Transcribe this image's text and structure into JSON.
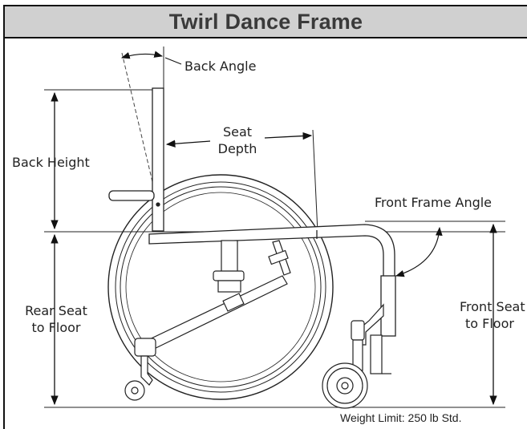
{
  "title": "Twirl Dance Frame",
  "labels": {
    "back_angle": "Back Angle",
    "seat_depth_line1": "Seat",
    "seat_depth_line2": "Depth",
    "back_height": "Back Height",
    "front_frame_angle": "Front Frame Angle",
    "rear_seat_line1": "Rear Seat",
    "rear_seat_line2": "to Floor",
    "front_seat_line1": "Front Seat",
    "front_seat_line2": "to Floor"
  },
  "weight_limit": "Weight Limit: 250 lb Std."
}
